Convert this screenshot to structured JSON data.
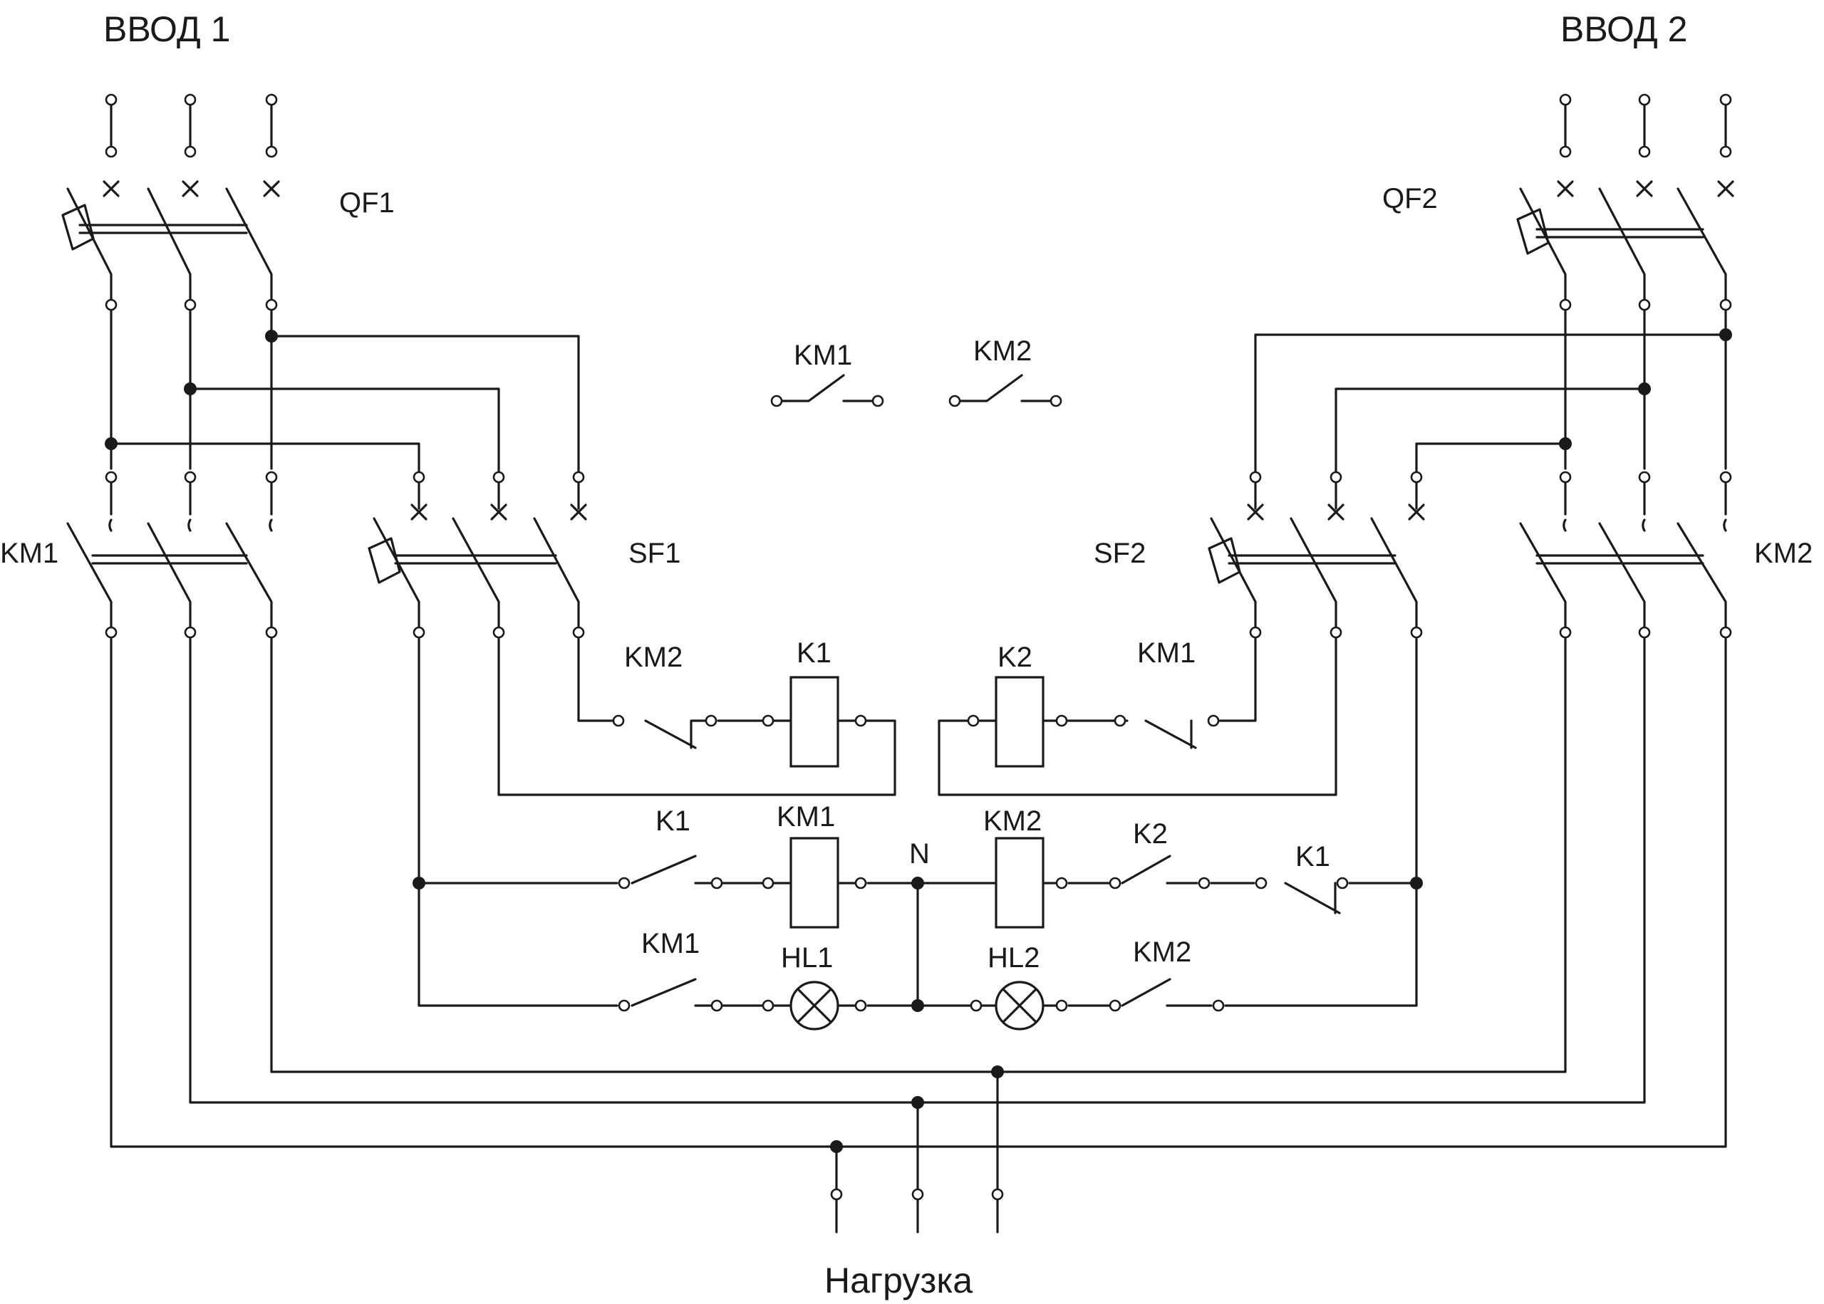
{
  "titles": {
    "input1": "ВВОД 1",
    "input2": "ВВОД 2",
    "load": "Нагрузка"
  },
  "labels": {
    "qf1": "QF1",
    "qf2": "QF2",
    "sf1": "SF1",
    "sf2": "SF2",
    "km1_power": "KM1",
    "km2_power": "KM2",
    "legend_km1": "KM1",
    "legend_km2": "KM2",
    "k1_coil_contact_km2": "KM2",
    "k1_coil": "K1",
    "k2_coil": "K2",
    "k2_coil_contact_km1": "KM1",
    "km1_contact_k1": "K1",
    "km1_coil": "KM1",
    "neutral": "N",
    "km2_coil": "KM2",
    "km2_contact_k2": "K2",
    "km2_contact_k1": "K1",
    "hl1_contact_km1": "KM1",
    "hl1": "HL1",
    "hl2": "HL2",
    "hl2_contact_km2": "KM2"
  }
}
